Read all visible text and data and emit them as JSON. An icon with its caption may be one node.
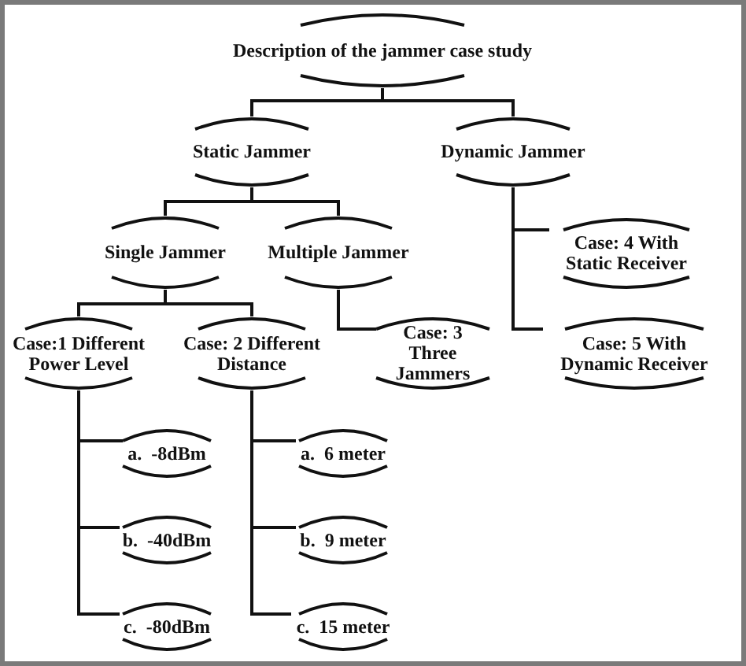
{
  "diagram": {
    "nodes": [
      {
        "text": [
          "Description of the jammer case study"
        ]
      },
      {
        "text": [
          "Static Jammer"
        ]
      },
      {
        "text": [
          "Dynamic Jammer"
        ]
      },
      {
        "text": [
          "Single Jammer"
        ]
      },
      {
        "text": [
          "Multiple Jammer"
        ]
      },
      {
        "text": [
          "Case: 4 With Static Receiver"
        ]
      },
      {
        "text": [
          "Case:1 Different Power Level"
        ]
      },
      {
        "text": [
          "Case: 2 Different Distance"
        ]
      },
      {
        "text": [
          "Case: 3 Three Jammers"
        ]
      },
      {
        "text": [
          "Case: 5 With  Dynamic Receiver"
        ]
      },
      {
        "text": [
          "a.  -8dBm"
        ]
      },
      {
        "text": [
          "b.  -40dBm"
        ]
      },
      {
        "text": [
          "c.  -80dBm"
        ]
      },
      {
        "text": [
          "a.  6 meter"
        ]
      },
      {
        "text": [
          "b.  9 meter"
        ]
      },
      {
        "text": [
          "c.  15 meter"
        ]
      }
    ],
    "edges": [
      {
        "from": 0,
        "to": 1,
        "arrow": "none"
      },
      {
        "from": 0,
        "to": 2,
        "arrow": "none"
      },
      {
        "from": 1,
        "to": 3,
        "arrow": "none"
      },
      {
        "from": 1,
        "to": 4,
        "arrow": "none"
      },
      {
        "from": 2,
        "to": 5,
        "arrow": "none"
      },
      {
        "from": 2,
        "to": 9,
        "arrow": "none"
      },
      {
        "from": 3,
        "to": 6,
        "arrow": "none"
      },
      {
        "from": 3,
        "to": 7,
        "arrow": "none"
      },
      {
        "from": 4,
        "to": 8,
        "arrow": "none"
      },
      {
        "from": 6,
        "to": 10,
        "arrow": "none"
      },
      {
        "from": 6,
        "to": 11,
        "arrow": "none"
      },
      {
        "from": 6,
        "to": 12,
        "arrow": "none"
      },
      {
        "from": 7,
        "to": 13,
        "arrow": "none"
      },
      {
        "from": 7,
        "to": 14,
        "arrow": "none"
      },
      {
        "from": 7,
        "to": 15,
        "arrow": "none"
      }
    ]
  }
}
